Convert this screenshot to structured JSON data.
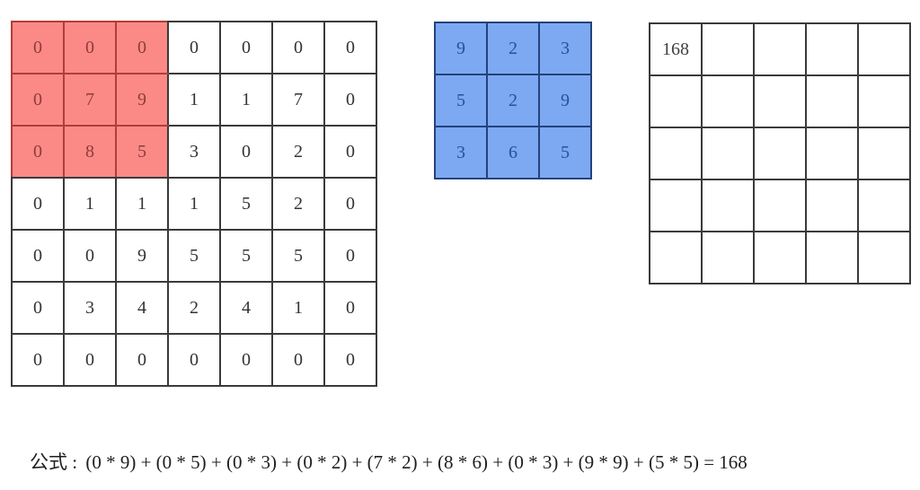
{
  "input_matrix": {
    "values": [
      [
        0,
        0,
        0,
        0,
        0,
        0,
        0
      ],
      [
        0,
        7,
        9,
        1,
        1,
        7,
        0
      ],
      [
        0,
        8,
        5,
        3,
        0,
        2,
        0
      ],
      [
        0,
        1,
        1,
        1,
        5,
        2,
        0
      ],
      [
        0,
        0,
        9,
        5,
        5,
        5,
        0
      ],
      [
        0,
        3,
        4,
        2,
        4,
        1,
        0
      ],
      [
        0,
        0,
        0,
        0,
        0,
        0,
        0
      ]
    ],
    "highlight": {
      "row_start": 0,
      "col_start": 0,
      "rows": 3,
      "cols": 3
    }
  },
  "kernel_matrix": {
    "values": [
      [
        9,
        2,
        3
      ],
      [
        5,
        2,
        9
      ],
      [
        3,
        6,
        5
      ]
    ]
  },
  "output_matrix": {
    "values": [
      [
        "168",
        "",
        "",
        "",
        ""
      ],
      [
        "",
        "",
        "",
        "",
        ""
      ],
      [
        "",
        "",
        "",
        "",
        ""
      ],
      [
        "",
        "",
        "",
        "",
        ""
      ],
      [
        "",
        "",
        "",
        "",
        ""
      ]
    ]
  },
  "formula": {
    "label": "公式 :",
    "expression": "(0 * 9) + (0 * 5) + (0 * 3) + (0 * 2) + (7 * 2) + (8 * 6) + (0 * 3) + (9 * 9) + (5 * 5) = 168"
  },
  "colors": {
    "background": "#ffffff",
    "input_border": "#3a3a3a",
    "input_text": "#333333",
    "highlight_bg": "#fb8a87",
    "highlight_text": "#8e3c39",
    "highlight_border": "#b23c38",
    "kernel_bg": "#7ca9f2",
    "kernel_text": "#2b4f94",
    "kernel_border": "#24427c",
    "output_border": "#3a3a3a",
    "output_text": "#3f3f3f",
    "formula_text": "#1f1f1f"
  }
}
